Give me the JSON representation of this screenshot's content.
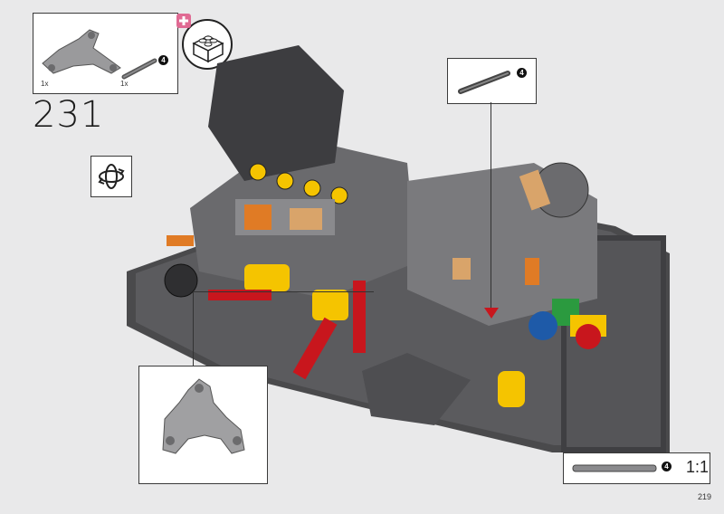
{
  "step": {
    "number": "231"
  },
  "parts_callout": {
    "items": [
      {
        "icon": "rubber-connector-part-icon",
        "quantity": "1x"
      },
      {
        "icon": "axle-part-icon",
        "quantity": "1x",
        "length_badge": "4"
      }
    ]
  },
  "new_bag_icon": "add-parts-bag-icon",
  "rotate_icon": "rotate-model-icon",
  "axle_callout": {
    "length_badge": "4"
  },
  "scale_callout": {
    "length_badge": "4",
    "scale_label": "1:1"
  },
  "page_number": "219",
  "colors": {
    "background": "#e9e9ea",
    "dark_gray": "#4a4a4c",
    "light_gray": "#a9a9ab",
    "yellow": "#f5c400",
    "red": "#c8161d",
    "orange": "#e07b25",
    "blue": "#1e5aa8",
    "green": "#2b9a3f",
    "tan": "#d9a46a"
  }
}
